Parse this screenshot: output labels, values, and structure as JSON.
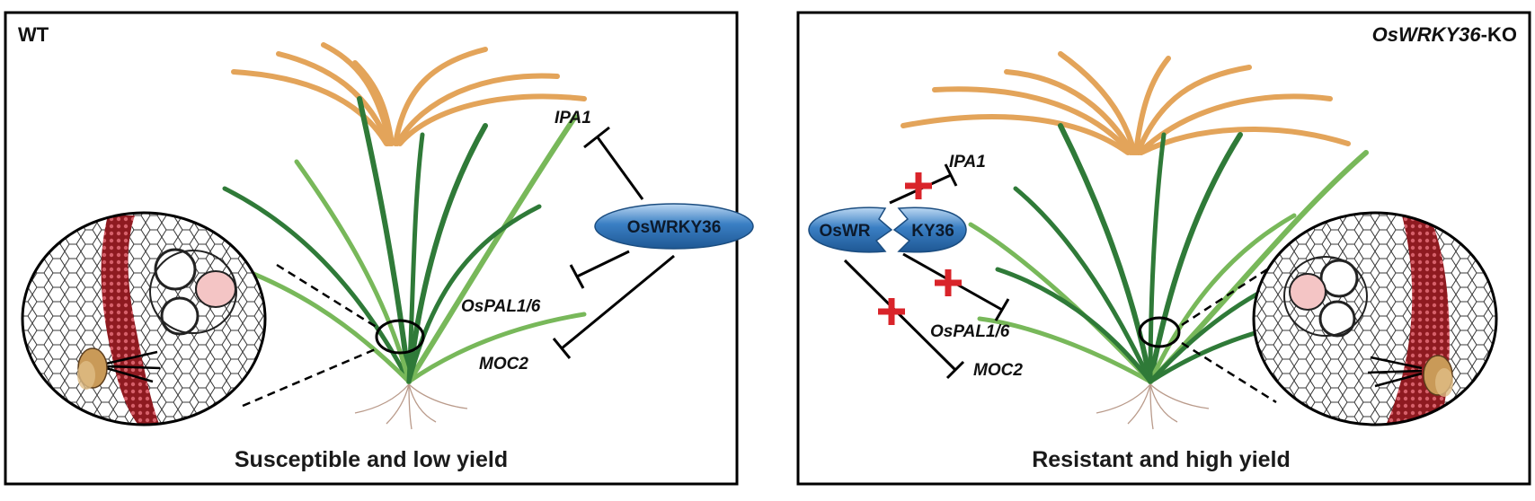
{
  "panels": [
    {
      "id": "wt",
      "corner_label": "WT",
      "corner_label_italic": "",
      "caption": "Susceptible and low yield",
      "tf_label": "OsWRKY36",
      "genes": [
        "IPA1",
        "OsPAL1/6",
        "MOC2"
      ]
    },
    {
      "id": "ko",
      "corner_label": "-KO",
      "corner_label_italic": "OsWRKY36",
      "caption": "Resistant and high yield",
      "tf_label_left": "OsWR",
      "tf_label_right": "KY36",
      "genes": [
        "IPA1",
        "OsPAL1/6",
        "MOC2"
      ]
    }
  ],
  "colors": {
    "panel_border": "#000000",
    "tf_blue": "#3a7fc4",
    "tf_blue_light": "#bcd8f2",
    "leaf_dark": "#2f7a38",
    "leaf_light": "#78b85a",
    "panicle": "#e3a45a",
    "tissue_red": "#9e1b22",
    "block_cross": "#d9242a"
  }
}
